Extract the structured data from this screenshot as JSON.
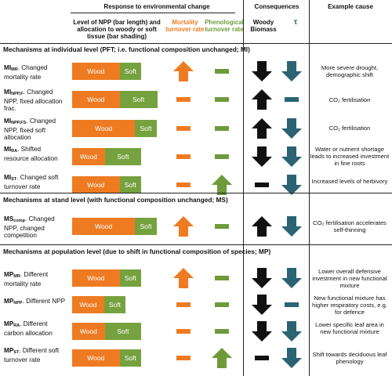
{
  "header": {
    "response_group": "Response to environmental change",
    "consequences_group": "Consequences",
    "example_group": "Example cause",
    "npp_col": "Level of NPP (bar length) and allocation to woody or soft tissue (bar shading)",
    "mortality_col": "Mortality turnover rate",
    "phenological_col": "Phenological turnover rate",
    "woody_col": "Woody Biomass",
    "tau_col": "τ"
  },
  "colors": {
    "wood": "#ee7b22",
    "soft": "#76a13f",
    "dark": "#111111",
    "teal": "#2b6373",
    "mortality_head": "#ee7b22",
    "phen_head": "#6e9a3a"
  },
  "sections": [
    {
      "title": "Mechanisms at individual level (PFT; i.e. functional composition unchanged; MI)",
      "rows": [
        {
          "code": "MI",
          "sub": "MR",
          "label": ". Changed mortality rate",
          "wood": "Wood",
          "soft": "Soft",
          "wood_frac": 0.55,
          "soft_frac": 0.25,
          "mortality": "up",
          "phenological": "flat",
          "woody": "down",
          "tau": "down",
          "cause": "More severe drought, demographic shift"
        },
        {
          "code": "MI",
          "sub": "NPP,F",
          "label": ". Changed NPP, fixed allocation frac.",
          "wood": "Wood",
          "soft": "Soft",
          "wood_frac": 0.55,
          "soft_frac": 0.44,
          "mortality": "flat",
          "phenological": "flat",
          "woody": "up",
          "tau": "flat",
          "cause": "CO₂ fertilisation"
        },
        {
          "code": "MI",
          "sub": "NPP,FS",
          "label": ". Changed NPP, fixed soft allocation",
          "wood": "Wood",
          "soft": "Soft",
          "wood_frac": 0.73,
          "soft_frac": 0.25,
          "mortality": "flat",
          "phenological": "flat",
          "woody": "up",
          "tau": "down",
          "cause": "CO₂ fertilisation"
        },
        {
          "code": "MI",
          "sub": "RA",
          "label": ". Shifted resource allocation",
          "wood": "Wood",
          "soft": "Soft",
          "wood_frac": 0.38,
          "soft_frac": 0.42,
          "mortality": "flat",
          "phenological": "flat",
          "woody": "down",
          "tau": "down",
          "cause": "Water or nutrient shortage leads to increased investment in fine roots"
        },
        {
          "code": "MI",
          "sub": "ST",
          "label": ". Changed soft turnover rate",
          "wood": "Wood",
          "soft": "Soft",
          "wood_frac": 0.55,
          "soft_frac": 0.25,
          "mortality": "flat",
          "phenological": "up",
          "woody": "flat",
          "tau": "down",
          "cause": "Increased levels of herbivory"
        }
      ]
    },
    {
      "title": "Mechanisms at stand level (with functional composition unchanged; MS)",
      "rows": [
        {
          "code": "MS",
          "sub": "comp",
          "label": ". Changed NPP, changed competition",
          "wood": "Wood",
          "soft": "Soft",
          "wood_frac": 0.73,
          "soft_frac": 0.25,
          "mortality": "up",
          "phenological": "flat",
          "woody": "up",
          "tau": "down",
          "cause": "CO₂ fertilisation accelerates self-thinning"
        }
      ]
    },
    {
      "title": "Mechanisms at population level (due to shift in functional composition of species; MP)",
      "rows": [
        {
          "code": "MP",
          "sub": "MR",
          "label": ". Different mortality rate",
          "wood": "Wood",
          "soft": "Soft",
          "wood_frac": 0.55,
          "soft_frac": 0.25,
          "mortality": "up",
          "phenological": "flat",
          "woody": "down",
          "tau": "down",
          "cause": "Lower overall defensive investment in new functional mixture"
        },
        {
          "code": "MP",
          "sub": "NPP",
          "label": ". Different NPP",
          "wood": "Wood",
          "soft": "Soft",
          "wood_frac": 0.37,
          "soft_frac": 0.25,
          "mortality": "flat",
          "phenological": "flat",
          "woody": "down",
          "tau": "flat",
          "cause": "New functional mixture has higher respiratory costs, e.g. for defence"
        },
        {
          "code": "MP",
          "sub": "RA",
          "label": ". Different carbon allocation",
          "wood": "Wood",
          "soft": "Soft",
          "wood_frac": 0.38,
          "soft_frac": 0.42,
          "mortality": "flat",
          "phenological": "flat",
          "woody": "down",
          "tau": "down",
          "cause": "Lower specific leaf area in new functional mixture"
        },
        {
          "code": "MP",
          "sub": "ST",
          "label": ". Different soft turnover rate",
          "wood": "Wood",
          "soft": "Soft",
          "wood_frac": 0.55,
          "soft_frac": 0.25,
          "mortality": "flat",
          "phenological": "up",
          "woody": "flat",
          "tau": "down",
          "cause": "Shift towards deciduous leaf phenology"
        }
      ]
    }
  ]
}
